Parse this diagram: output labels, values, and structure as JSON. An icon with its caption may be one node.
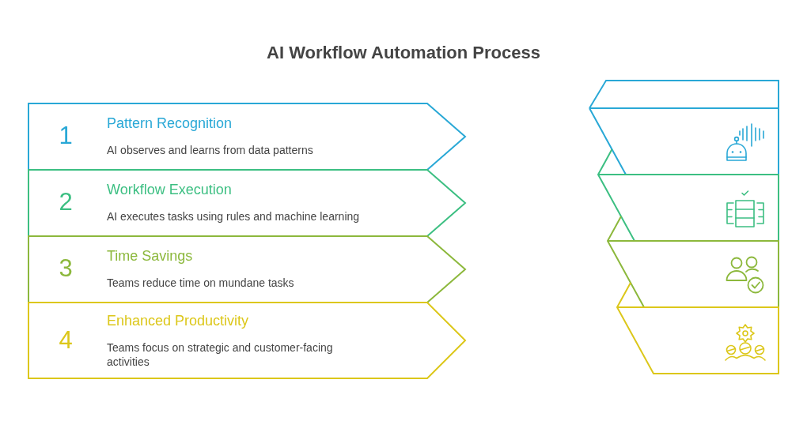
{
  "diagram": {
    "title": "AI Workflow Automation Process",
    "nodes": [
      {
        "text": [
          "1",
          "Pattern Recognition",
          "AI observes and learns from data patterns"
        ]
      },
      {
        "text": [
          "2",
          "Workflow Execution",
          "AI executes tasks using rules and machine learning"
        ]
      },
      {
        "text": [
          "3",
          "Time Savings",
          "Teams reduce time on mundane tasks"
        ]
      },
      {
        "text": [
          "4",
          "Enhanced Productivity",
          "Teams focus on strategic and customer-facing activities"
        ]
      }
    ]
  }
}
